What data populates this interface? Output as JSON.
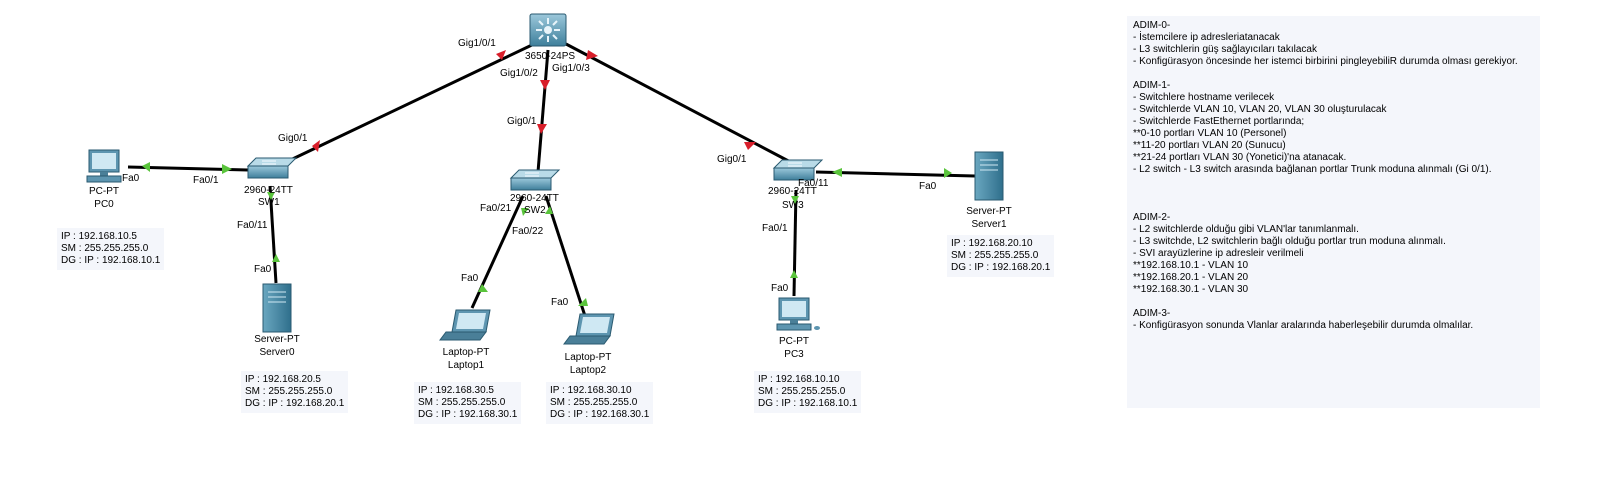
{
  "devices": {
    "l3": {
      "label": "3650-24PS"
    },
    "sw1": {
      "model": "2960-24TT",
      "name": "SW1"
    },
    "sw2": {
      "model": "2960-24TT",
      "name": "SW2"
    },
    "sw3": {
      "model": "2960-24TT",
      "name": "SW3"
    },
    "pc0": {
      "type": "PC-PT",
      "name": "PC0"
    },
    "server0": {
      "type": "Server-PT",
      "name": "Server0"
    },
    "laptop1": {
      "type": "Laptop-PT",
      "name": "Laptop1"
    },
    "laptop2": {
      "type": "Laptop-PT",
      "name": "Laptop2"
    },
    "pc3": {
      "type": "PC-PT",
      "name": "PC3"
    },
    "server1": {
      "type": "Server-PT",
      "name": "Server1"
    }
  },
  "ports": {
    "l3_gig1": "Gig1/0/1",
    "l3_gig2": "Gig1/0/2",
    "l3_gig3": "Gig1/0/3",
    "sw1_gig": "Gig0/1",
    "sw2_gig": "Gig0/1",
    "sw3_gig": "Gig0/1",
    "pc0_fa": "Fa0",
    "sw1_fa1": "Fa0/1",
    "sw1_fa11": "Fa0/11",
    "server0_fa": "Fa0",
    "sw2_fa21": "Fa0/21",
    "sw2_fa22": "Fa0/22",
    "laptop1_fa": "Fa0",
    "laptop2_fa": "Fa0",
    "sw3_fa1": "Fa0/1",
    "sw3_fa11": "Fa0/11",
    "pc3_fa": "Fa0",
    "server1_fa": "Fa0"
  },
  "hosts": {
    "pc0": {
      "ip": "IP : 192.168.10.5",
      "sm": "SM : 255.255.255.0",
      "dg": "DG : IP : 192.168.10.1"
    },
    "server0": {
      "ip": "IP : 192.168.20.5",
      "sm": "SM : 255.255.255.0",
      "dg": "DG : IP : 192.168.20.1"
    },
    "laptop1": {
      "ip": "IP : 192.168.30.5",
      "sm": "SM : 255.255.255.0",
      "dg": "DG : IP : 192.168.30.1"
    },
    "laptop2": {
      "ip": "IP : 192.168.30.10",
      "sm": "SM : 255.255.255.0",
      "dg": "DG : IP : 192.168.30.1"
    },
    "pc3": {
      "ip": "IP : 192.168.10.10",
      "sm": "SM : 255.255.255.0",
      "dg": "DG : IP : 192.168.10.1"
    },
    "server1": {
      "ip": "IP : 192.168.20.10",
      "sm": "SM : 255.255.255.0",
      "dg": "DG : IP : 192.168.20.1"
    }
  },
  "notes": [
    "ADIM-0-",
    "- İstemcilere ip adresleriatanacak",
    "- L3 switchlerin güş sağlayıcıları takılacak",
    "- Konfigürasyon öncesinde her istemci birbirini pingleyebiliR durumda olması gerekiyor.",
    "",
    " ADIM-1-",
    "- Switchlere hostname verilecek",
    "- Switchlerde VLAN 10, VLAN 20, VLAN 30 oluşturulacak",
    "- Switchlerde FastEthernet portlarında;",
    "**0-10 portları VLAN 10 (Personel)",
    "**11-20 portları VLAN 20 (Sunucu)",
    "**21-24 portları VLAN 30 (Yonetici)'na atanacak.",
    "- L2 switch - L3 switch arasında bağlanan portlar Trunk moduna alınmalı (Gi 0/1).",
    "",
    "",
    "",
    "ADIM-2-",
    "- L2 switchlerde olduğu gibi VLAN'lar tanımlanmalı.",
    "- L3 switchde, L2 switchlerin bağlı olduğu portlar trun moduna alınmalı.",
    "- SVI arayüzlerine ip adresleir verilmeli",
    "**192.168.10.1 - VLAN 10",
    "**192.168.20.1 - VLAN 20",
    "**192.168.30.1 - VLAN 30",
    "",
    "ADIM-3-",
    "- Konfigürasyon sonunda Vlanlar aralarında haberleşebilir durumda olmalılar."
  ],
  "colors": {
    "link_up": "#5ac43c",
    "link_down": "#d81e2a",
    "device_body": "#5d95b0",
    "note_bg": "#f4f6fb"
  },
  "icons": {
    "l3": "multilayer-switch-icon",
    "l2": "switch-icon",
    "pc": "pc-icon",
    "server": "server-icon",
    "laptop": "laptop-icon"
  }
}
